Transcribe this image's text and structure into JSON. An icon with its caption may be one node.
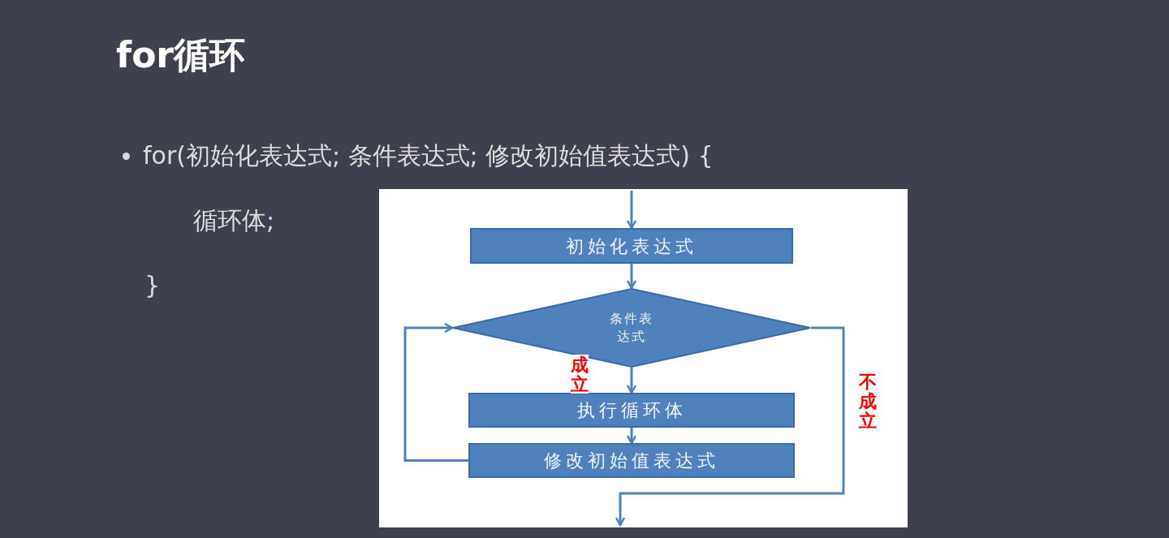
{
  "diagram": {
    "title": "for循环",
    "nodes": [
      {
        "text": [
          "初始化表达式"
        ]
      },
      {
        "text": [
          "条件表达式"
        ]
      },
      {
        "text": [
          "执行循环体"
        ]
      },
      {
        "text": [
          "修改初始值表达式"
        ]
      }
    ],
    "edges": [
      {
        "from": null,
        "to": 0,
        "arrow": "to"
      },
      {
        "from": 0,
        "to": 1,
        "arrow": "to"
      },
      {
        "from": 1,
        "to": 2,
        "arrow": "to",
        "label": "成立"
      },
      {
        "from": 2,
        "to": 3,
        "arrow": "to"
      },
      {
        "from": 3,
        "to": 1,
        "arrow": "to"
      },
      {
        "from": 1,
        "to": null,
        "arrow": "to",
        "label": "不成立"
      }
    ],
    "labels": [
      "for(初始化表达式; 条件表达式; 修改初始值表达式) {",
      "循环体;",
      "}"
    ]
  }
}
